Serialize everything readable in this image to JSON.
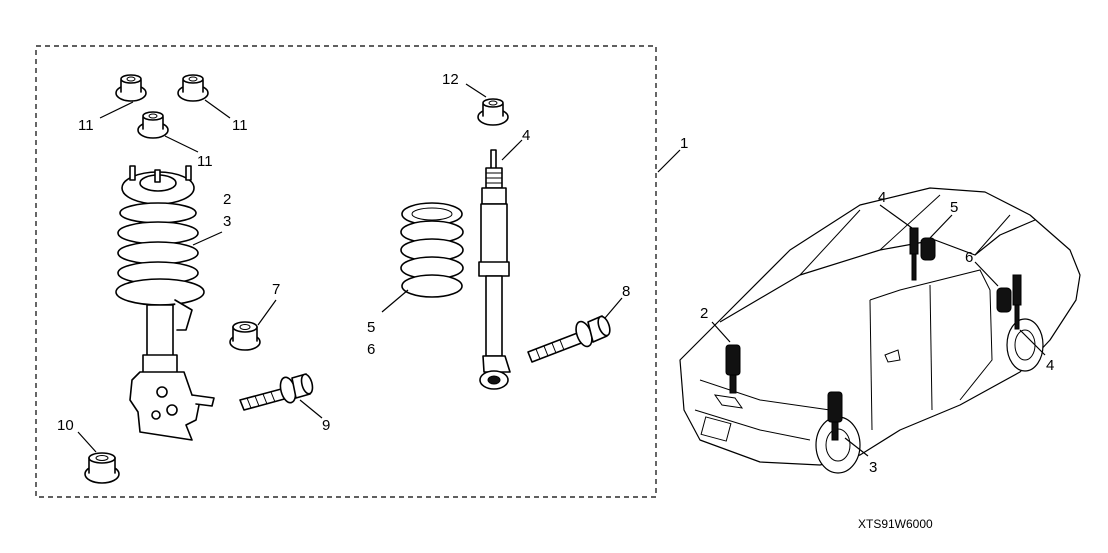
{
  "callouts": {
    "c1": "1",
    "c2a": "2",
    "c3a": "3",
    "c4a": "4",
    "c5a": "5",
    "c6a": "6",
    "c7": "7",
    "c8": "8",
    "c9": "9",
    "c10": "10",
    "c11a": "11",
    "c11b": "11",
    "c11c": "11",
    "c12": "12",
    "c2b": "2",
    "c3b": "3",
    "c4b": "4",
    "c4c": "4",
    "c5b": "5",
    "c6b": "6"
  },
  "diagram_code": "XTS91W6000"
}
